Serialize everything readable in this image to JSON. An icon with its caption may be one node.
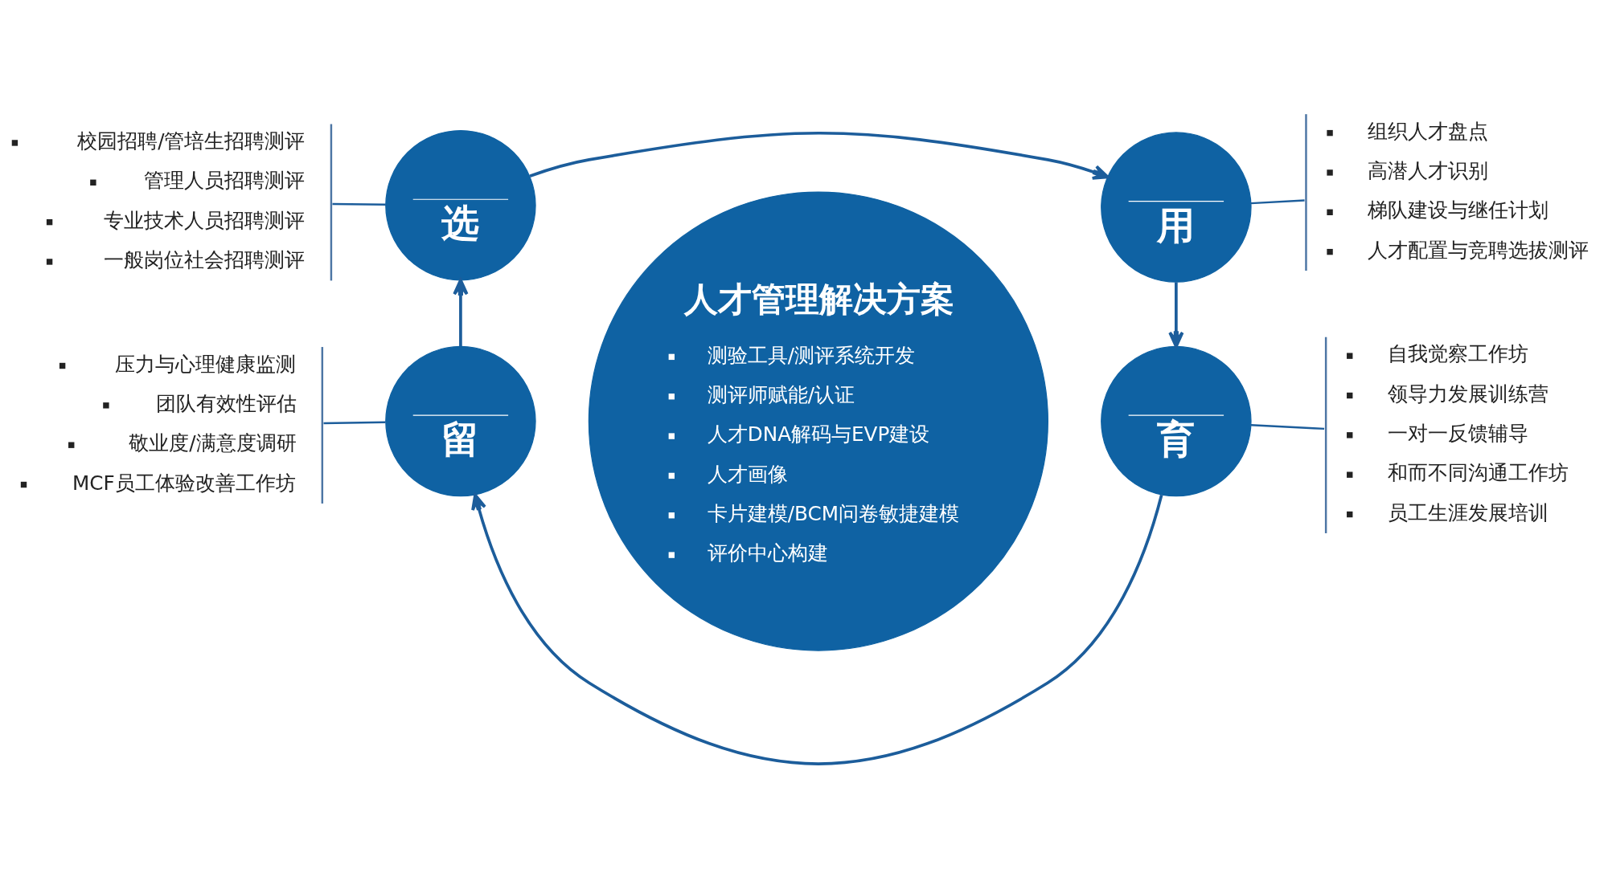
{
  "diagram": {
    "nodes": [
      {
        "text": [
          "人才管理解决方案",
          "测验工具/测评系统开发",
          "测评师赋能/认证",
          "人才DNA解码与EVP建设",
          "人才画像",
          "卡片建模/BCM问卷敏捷建模",
          "评价中心构建"
        ]
      },
      {
        "text": [
          "选"
        ]
      },
      {
        "text": [
          "校园招聘/管培生招聘测评",
          "管理人员招聘测评",
          "专业技术人员招聘测评",
          "一般岗位社会招聘测评"
        ]
      },
      {
        "text": [
          "用"
        ]
      },
      {
        "text": [
          "组织人才盘点",
          "高潜人才识别",
          "梯队建设与继任计划",
          "人才配置与竞聘选拔测评"
        ]
      },
      {
        "text": [
          "育"
        ]
      },
      {
        "text": [
          "自我觉察工作坊",
          "领导力发展训练营",
          "一对一反馈辅导",
          "和而不同沟通工作坊",
          "员工生涯发展培训"
        ]
      },
      {
        "text": [
          "留"
        ]
      },
      {
        "text": [
          "压力与心理健康监测",
          "团队有效性评估",
          "敬业度/满意度调研",
          "MCF员工体验改善工作坊"
        ]
      }
    ],
    "edges": [
      {
        "from": 1,
        "to": 3,
        "arrow": "to"
      },
      {
        "from": 3,
        "to": 5,
        "arrow": "to"
      },
      {
        "from": 5,
        "to": 7,
        "arrow": "to"
      },
      {
        "from": 7,
        "to": 1,
        "arrow": "to"
      },
      {
        "from": 2,
        "to": 1,
        "arrow": "none"
      },
      {
        "from": 3,
        "to": 4,
        "arrow": "none"
      },
      {
        "from": 5,
        "to": 6,
        "arrow": "none"
      },
      {
        "from": 8,
        "to": 7,
        "arrow": "none"
      }
    ]
  }
}
